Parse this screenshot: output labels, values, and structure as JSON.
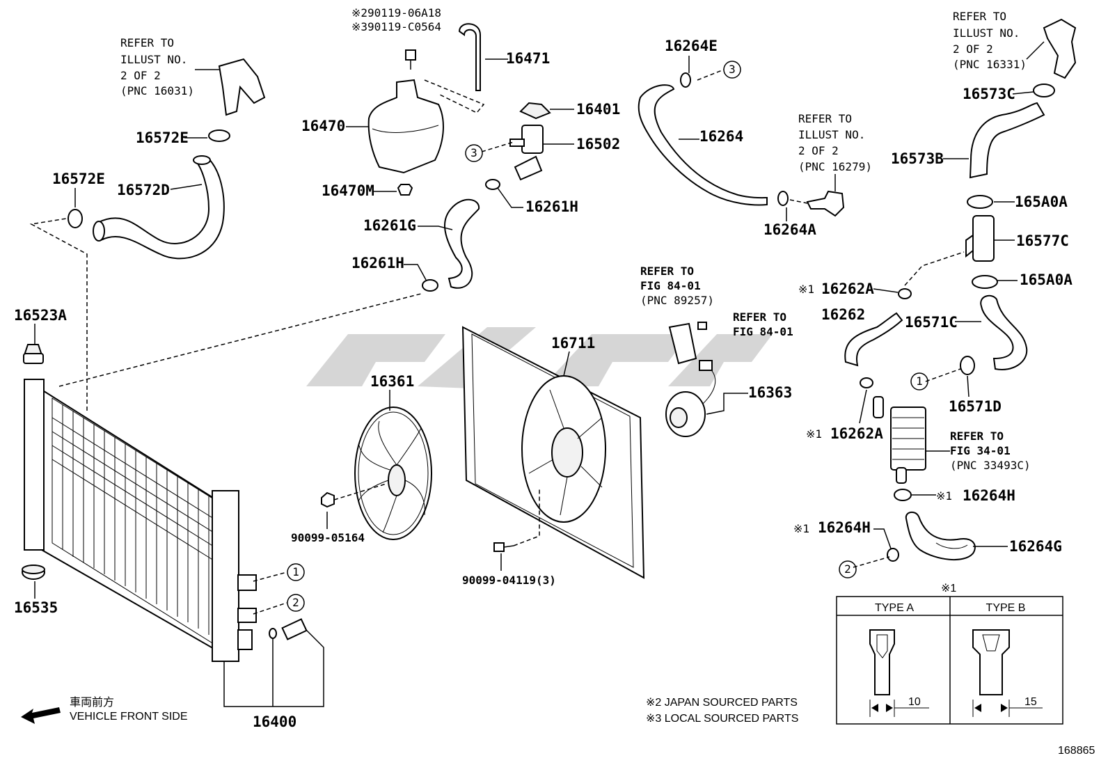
{
  "parts": {
    "p16471": "16471",
    "p16470": "16470",
    "p16470M": "16470M",
    "p16401": "16401",
    "p16502": "16502",
    "p16261H_a": "16261H",
    "p16261G": "16261G",
    "p16261H_b": "16261H",
    "p16572E_a": "16572E",
    "p16572E_b": "16572E",
    "p16572D": "16572D",
    "p16523A": "16523A",
    "p16535": "16535",
    "p16400": "16400",
    "p16361": "16361",
    "p16711": "16711",
    "p16363": "16363",
    "p90099_05164": "90099-05164",
    "p90099_04119": "90099-04119(3)",
    "p16264E": "16264E",
    "p16264": "16264",
    "p16264A": "16264A",
    "p16573C": "16573C",
    "p16573B": "16573B",
    "p165A0A_a": "165A0A",
    "p16577C": "16577C",
    "p165A0A_b": "165A0A",
    "p16262A_a": "16262A",
    "p16262": "16262",
    "p16571C": "16571C",
    "p16571D": "16571D",
    "p16262A_b": "16262A",
    "p16264H_a": "16264H",
    "p16264H_b": "16264H",
    "p16264G": "16264G"
  },
  "marks": {
    "x1": "※1",
    "x1b": "※1",
    "x1c": "※1",
    "x1d": "※1",
    "x1table": "※1"
  },
  "callouts": {
    "c1a": "1",
    "c1b": "1",
    "c2a": "2",
    "c2b": "2",
    "c3a": "3",
    "c3b": "3"
  },
  "refs": {
    "r16031": [
      "REFER TO",
      "ILLUST NO.",
      "2 OF 2",
      "(PNC 16031)"
    ],
    "r16279": [
      "REFER TO",
      "ILLUST NO.",
      "2 OF 2",
      "(PNC 16279)"
    ],
    "r16331": [
      "REFER TO",
      "ILLUST NO.",
      "2 OF 2",
      "(PNC 16331)"
    ],
    "r89257": [
      "REFER TO",
      "FIG 84-01",
      "(PNC 89257)"
    ],
    "r8401": [
      "REFER TO",
      "FIG 84-01"
    ],
    "r33493": [
      "REFER TO",
      "FIG 34-01",
      "(PNC 33493C)"
    ]
  },
  "bolt_codes": [
    "※290119-06A18",
    "※390119-C0564"
  ],
  "front_side": {
    "jp": "車両前方",
    "en": "VEHICLE FRONT SIDE"
  },
  "notes": [
    "※2 JAPAN SOURCED PARTS",
    "※3 LOCAL SOURCED PARTS"
  ],
  "type_table": {
    "type_a": "TYPE A",
    "type_b": "TYPE B",
    "dim_a": "10",
    "dim_b": "15"
  },
  "figure_number": "168865"
}
